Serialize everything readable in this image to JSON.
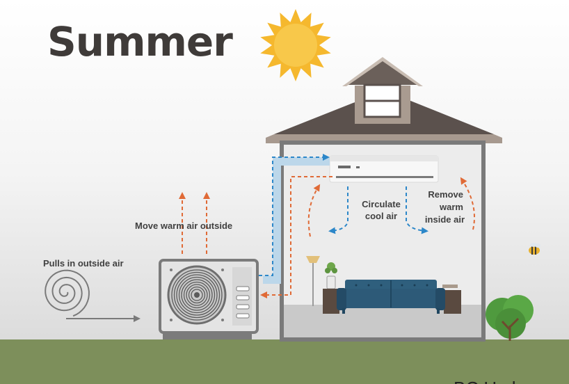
{
  "title": "Summer",
  "labels": {
    "pulls": "Pulls in outside air",
    "move_warm": "Move warm air outside",
    "circulate_1": "Circulate",
    "circulate_2": "cool air",
    "remove_1": "Remove",
    "remove_2": "warm",
    "remove_3": "inside air"
  },
  "watermark": "BC Hydro",
  "colors": {
    "cool_air": "#2c87c9",
    "warm_air": "#e06a36",
    "roof": "#5b514d",
    "ground": "#7d8f5b",
    "sofa": "#2f5f7d",
    "sun": "#f8c13a"
  }
}
